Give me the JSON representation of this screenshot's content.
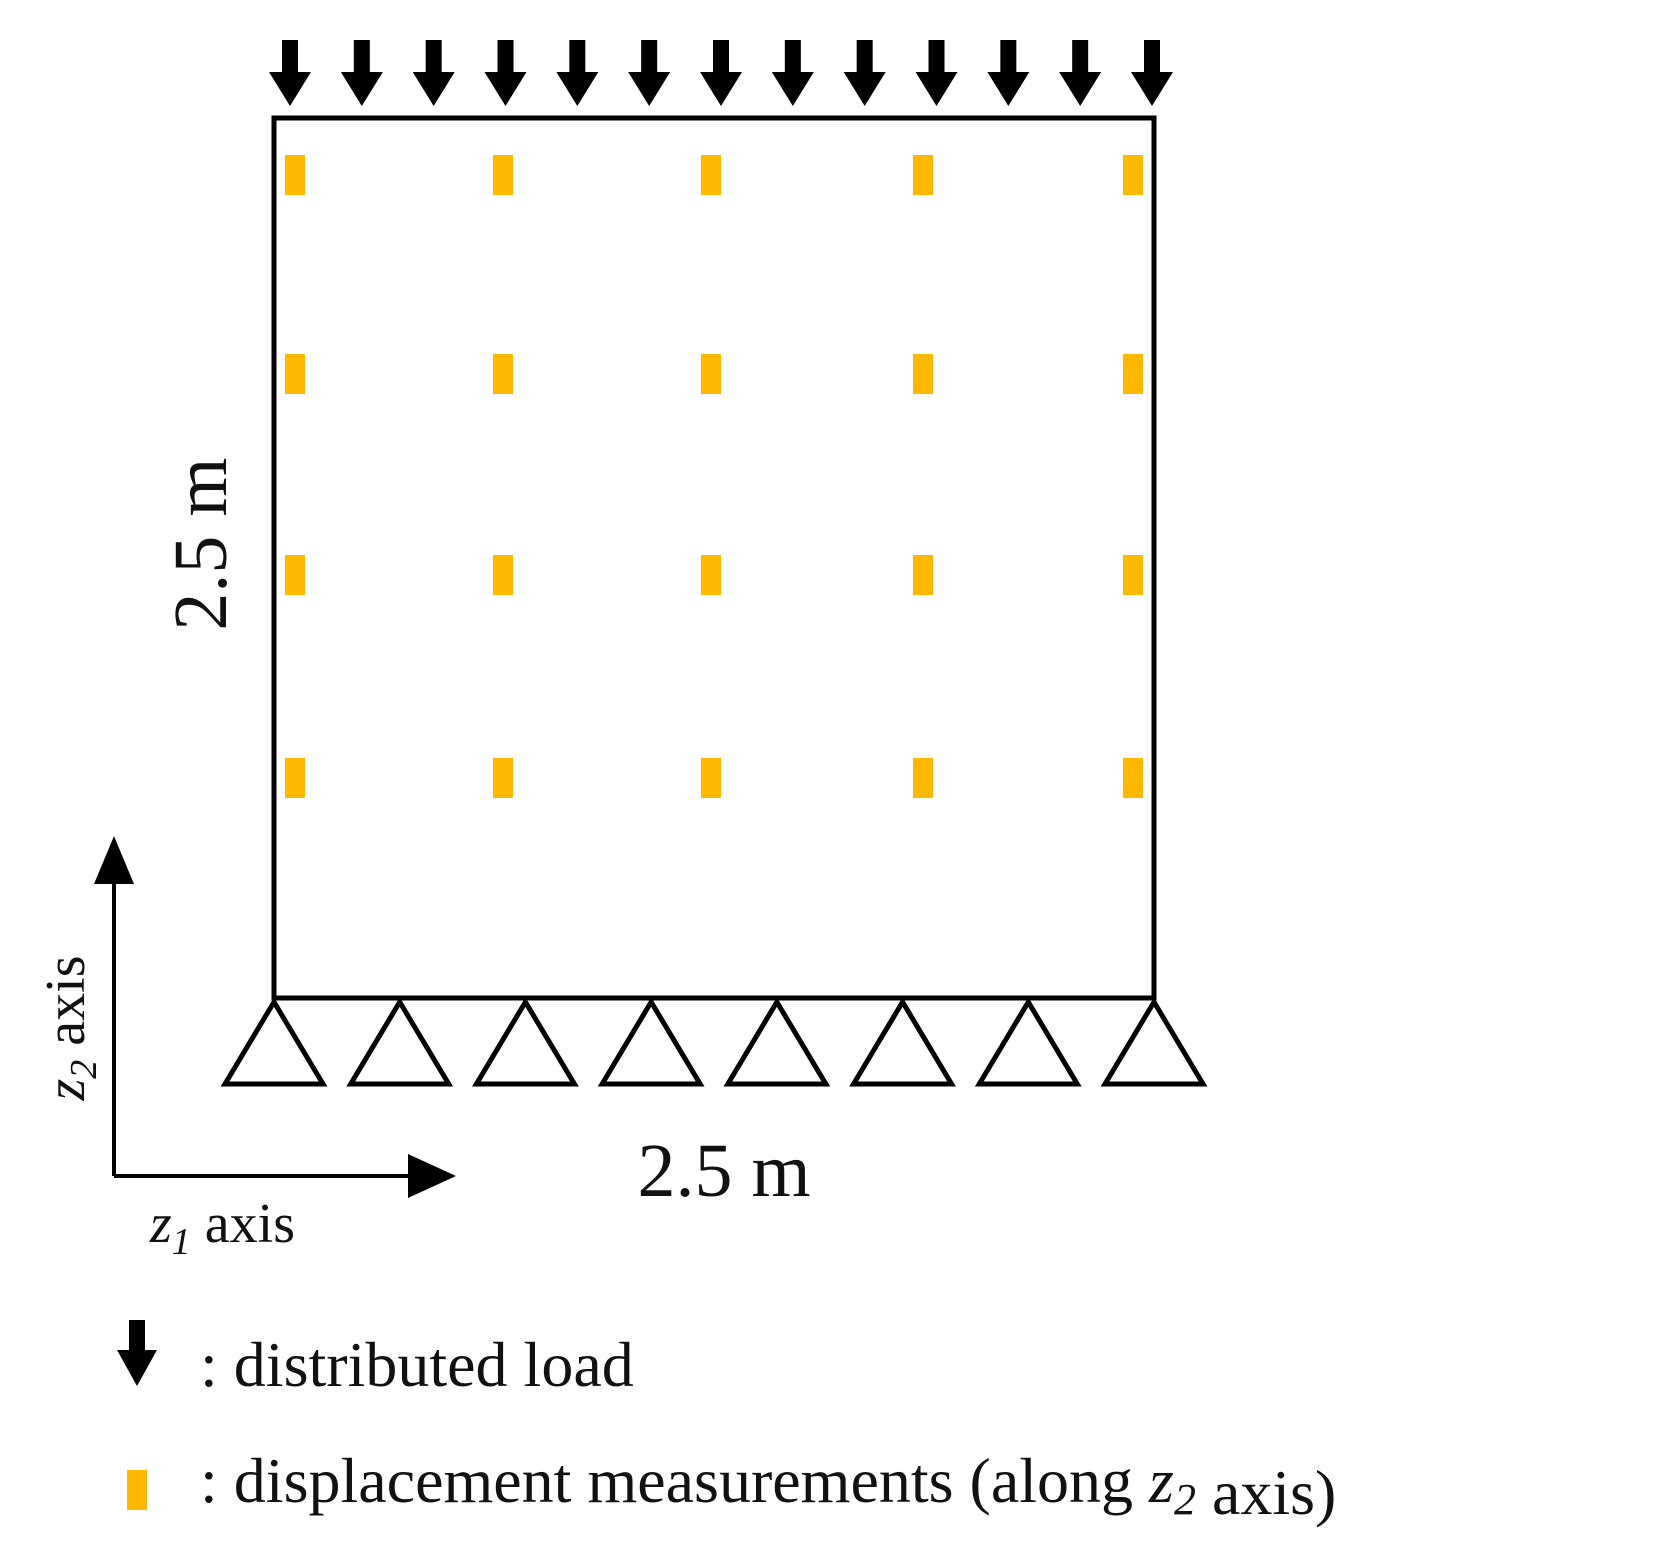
{
  "diagram": {
    "height_label": "2.5 m",
    "width_label": "2.5 m",
    "axes": {
      "vertical": {
        "var": "z",
        "sub": "2",
        "suffix": " axis"
      },
      "horizontal": {
        "var": "z",
        "sub": "1",
        "suffix": " axis"
      }
    },
    "load_arrow_count": 13,
    "support_count": 8,
    "sensor_grid": {
      "rows": 4,
      "cols": 5
    }
  },
  "legend": {
    "load": {
      "text": ": distributed load"
    },
    "sensor": {
      "text_before": ": displacement measurements (along ",
      "var": "z",
      "sub": "2",
      "text_after": " axis)"
    }
  },
  "colors": {
    "line": "#000000",
    "sensor": "#FFB800"
  }
}
